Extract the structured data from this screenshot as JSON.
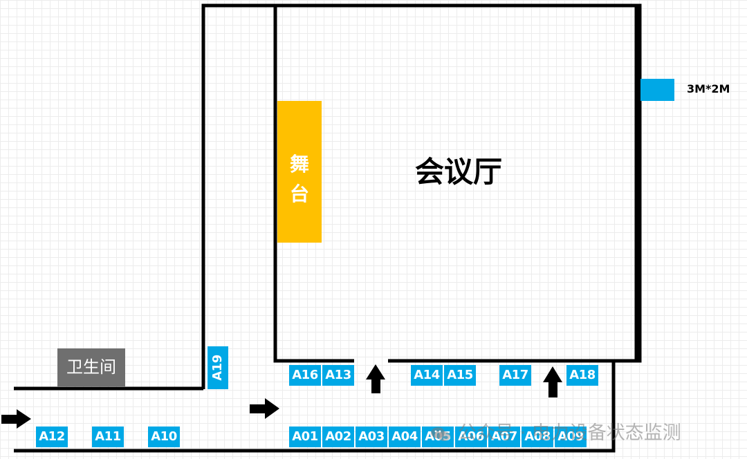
{
  "hall": {
    "label": "会议厅"
  },
  "stage": {
    "line1": "舞",
    "line2": "台"
  },
  "restroom": {
    "label": "卫生间"
  },
  "legend": {
    "size_label": "3M*2M",
    "swatch_color": "#00a8e6"
  },
  "booths": {
    "a01": "A01",
    "a02": "A02",
    "a03": "A03",
    "a04": "A04",
    "a05": "A05",
    "a06": "A06",
    "a07": "A07",
    "a08": "A08",
    "a09": "A09",
    "a10": "A10",
    "a11": "A11",
    "a12": "A12",
    "a13": "A13",
    "a14": "A14",
    "a15": "A15",
    "a16": "A16",
    "a17": "A17",
    "a18": "A18",
    "a19": "A19"
  },
  "watermark": {
    "text": "公众号 · 电力设备状态监测"
  },
  "colors": {
    "booth": "#00a8e6",
    "stage": "#ffc000",
    "restroom": "#6f6f6f",
    "walls": "#000000"
  },
  "icons": {
    "arrow_right": "arrow-right-icon",
    "arrow_up": "arrow-up-icon",
    "wechat": "wechat-icon"
  }
}
